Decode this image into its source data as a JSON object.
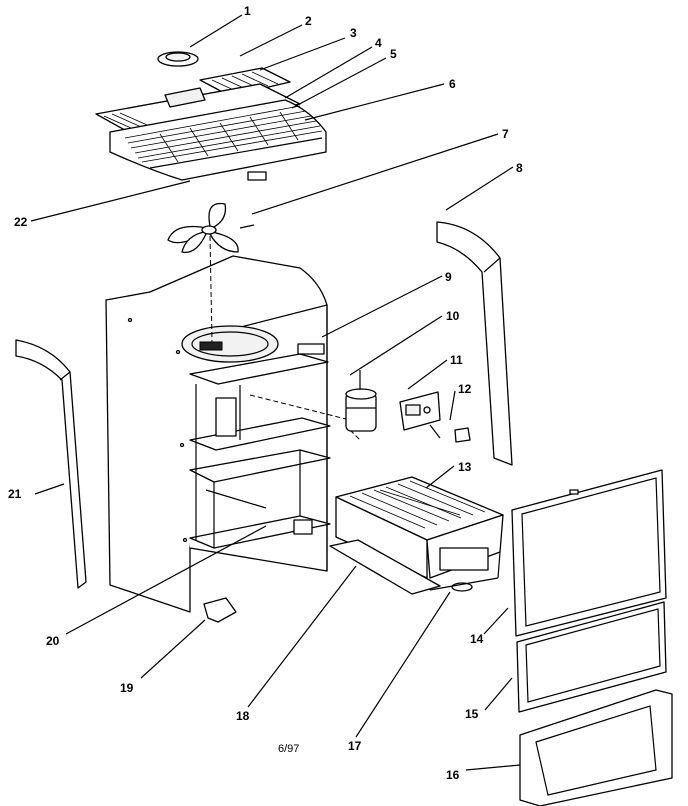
{
  "parts": [
    {
      "id": "1",
      "label": "1"
    },
    {
      "id": "2",
      "label": "2"
    },
    {
      "id": "3",
      "label": "3"
    },
    {
      "id": "4",
      "label": "4"
    },
    {
      "id": "5",
      "label": "5"
    },
    {
      "id": "6",
      "label": "6"
    },
    {
      "id": "7",
      "label": "7"
    },
    {
      "id": "8",
      "label": "8"
    },
    {
      "id": "9",
      "label": "9"
    },
    {
      "id": "10",
      "label": "10"
    },
    {
      "id": "11",
      "label": "11"
    },
    {
      "id": "12",
      "label": "12"
    },
    {
      "id": "13",
      "label": "13"
    },
    {
      "id": "14",
      "label": "14"
    },
    {
      "id": "15",
      "label": "15"
    },
    {
      "id": "16",
      "label": "16"
    },
    {
      "id": "17",
      "label": "17"
    },
    {
      "id": "18",
      "label": "18"
    },
    {
      "id": "19",
      "label": "19"
    },
    {
      "id": "20",
      "label": "20"
    },
    {
      "id": "21",
      "label": "21"
    },
    {
      "id": "22",
      "label": "22"
    }
  ],
  "date_code": "6/97"
}
